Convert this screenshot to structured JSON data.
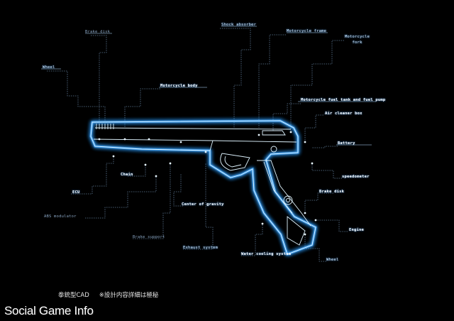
{
  "callouts": {
    "brake_disk_top": "Brake disk",
    "shock_absorber": "Shock absorber",
    "motorcycle_frame": "Motorcycle frame",
    "motorcycle_fork": "Motorcycle\nfork",
    "wheel_left": "Wheel",
    "motorcycle_body": "Motorcycle body",
    "fuel_tank": "Motorcycle fuel tank and fuel pump",
    "air_cleaner_box": "Air cleaner box",
    "battery": "Battery",
    "speedometer": "speedometer",
    "chain": "Chain",
    "ecu": "ECU",
    "brake_disk_right": "Brake disk",
    "center_of_gravity": "Center of gravity",
    "engine": "Engine",
    "abs_modulator": "ABS modulator",
    "brake_support": "Brake support",
    "exhaust_system": "Exhaust system",
    "water_cooling": "Water cooling system",
    "wheel_bottom": "Wheel"
  },
  "caption": {
    "title": "拳銃型CAD",
    "note": "※設計内容詳細は極秘"
  },
  "watermark": "Social Game Info",
  "colors": {
    "background": "#000000",
    "glow": "#3fa9ff",
    "line": "#8fd0ff"
  }
}
